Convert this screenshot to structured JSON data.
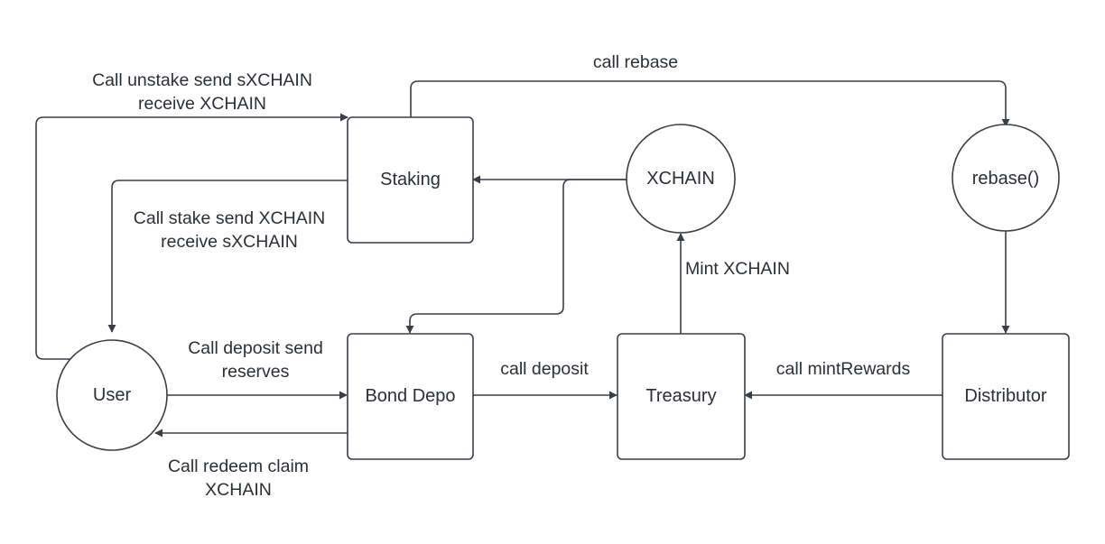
{
  "colors": {
    "stroke": "#3a3f47",
    "text": "#2b2f36",
    "background": "#ffffff"
  },
  "nodes": {
    "staking": "Staking",
    "xchain": "XCHAIN",
    "rebase": "rebase()",
    "user": "User",
    "bond_depo": "Bond Depo",
    "treasury": "Treasury",
    "distributor": "Distributor"
  },
  "edges": {
    "call_rebase": "call rebase",
    "unstake_line1": "Call unstake send sXCHAIN",
    "unstake_line2": "receive XCHAIN",
    "stake_line1": "Call stake send XCHAIN",
    "stake_line2": "receive sXCHAIN",
    "mint_xchain": "Mint XCHAIN",
    "deposit_reserves_line1": "Call deposit send",
    "deposit_reserves_line2": "reserves",
    "call_deposit": "call deposit",
    "call_mintrewards": "call mintRewards",
    "redeem_line1": "Call redeem claim",
    "redeem_line2": "XCHAIN"
  }
}
